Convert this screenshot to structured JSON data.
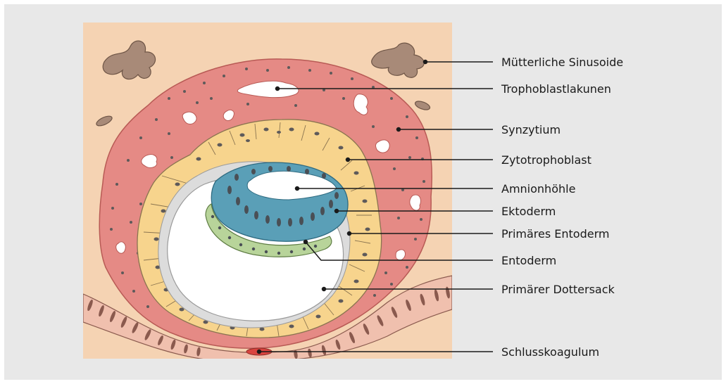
{
  "labels": {
    "sinusoide": "Mütterliche Sinusoide",
    "lakunen": "Trophoblastlakunen",
    "synzytium": "Synzytium",
    "zytotrophoblast": "Zytotrophoblast",
    "amnionhoehle": "Amnionhöhle",
    "ektoderm": "Ektoderm",
    "primaeres_entoderm": "Primäres Entoderm",
    "entoderm": "Entoderm",
    "dottersack": "Primärer Dottersack",
    "schlusskoagulum": "Schlusskoagulum"
  },
  "colors": {
    "background": "#e8e8e8",
    "endometrium": "#f5d3b3",
    "synzytium": "#e58a85",
    "zytotrophoblast": "#f7d48d",
    "ektoderm": "#5a9fb7",
    "entoderm": "#b8d49a",
    "sinusoid": "#a88a78",
    "epithelium": "#f0c0ae",
    "koagulum": "#d9443f"
  }
}
